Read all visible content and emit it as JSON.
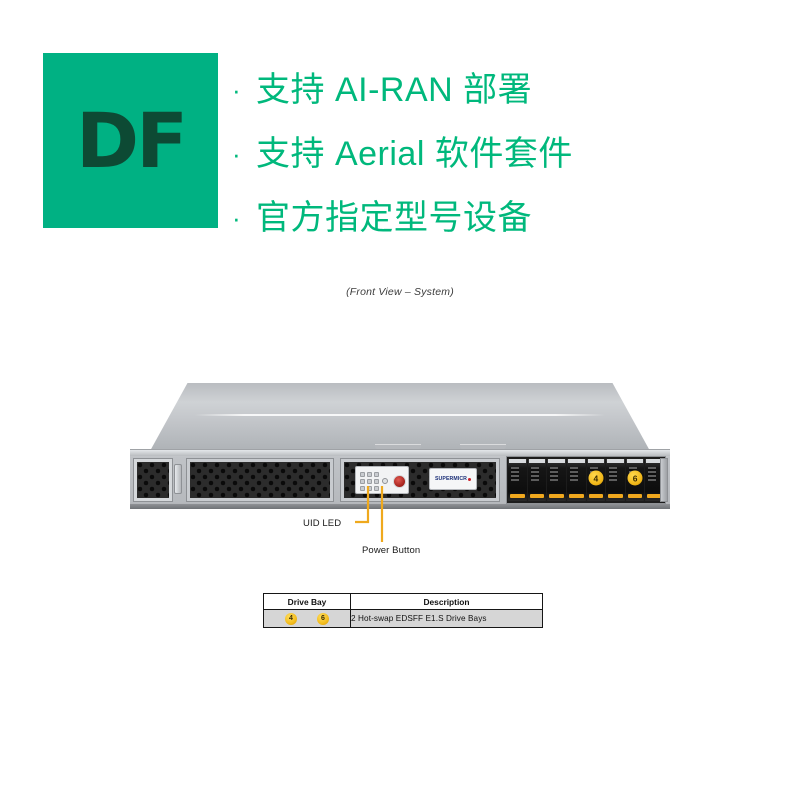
{
  "brand": {
    "logo_text": "DF",
    "tile_color": "#00b183",
    "mark_color": "#0d4a34"
  },
  "features": {
    "bullet_glyph": "·",
    "accent_color": "#00b87c",
    "items": [
      {
        "text": "支持 AI-RAN 部署"
      },
      {
        "text": "支持 Aerial 软件套件"
      },
      {
        "text": "官方指定型号设备"
      }
    ]
  },
  "figure": {
    "caption": "(Front View – System)"
  },
  "server": {
    "brand_plate_text": "SUPERMICR",
    "drive_bays": [
      {
        "badge": ""
      },
      {
        "badge": ""
      },
      {
        "badge": ""
      },
      {
        "badge": ""
      },
      {
        "badge": "4"
      },
      {
        "badge": ""
      },
      {
        "badge": "6"
      },
      {
        "badge": ""
      }
    ],
    "callouts": [
      {
        "label": "UID LED"
      },
      {
        "label": "Power Button"
      }
    ]
  },
  "drive_bay_table": {
    "headers": [
      "Drive Bay",
      "Description"
    ],
    "rows": [
      {
        "badges": [
          "4",
          "6"
        ],
        "description": "2 Hot-swap EDSFF E1.S Drive  Bays"
      }
    ]
  }
}
